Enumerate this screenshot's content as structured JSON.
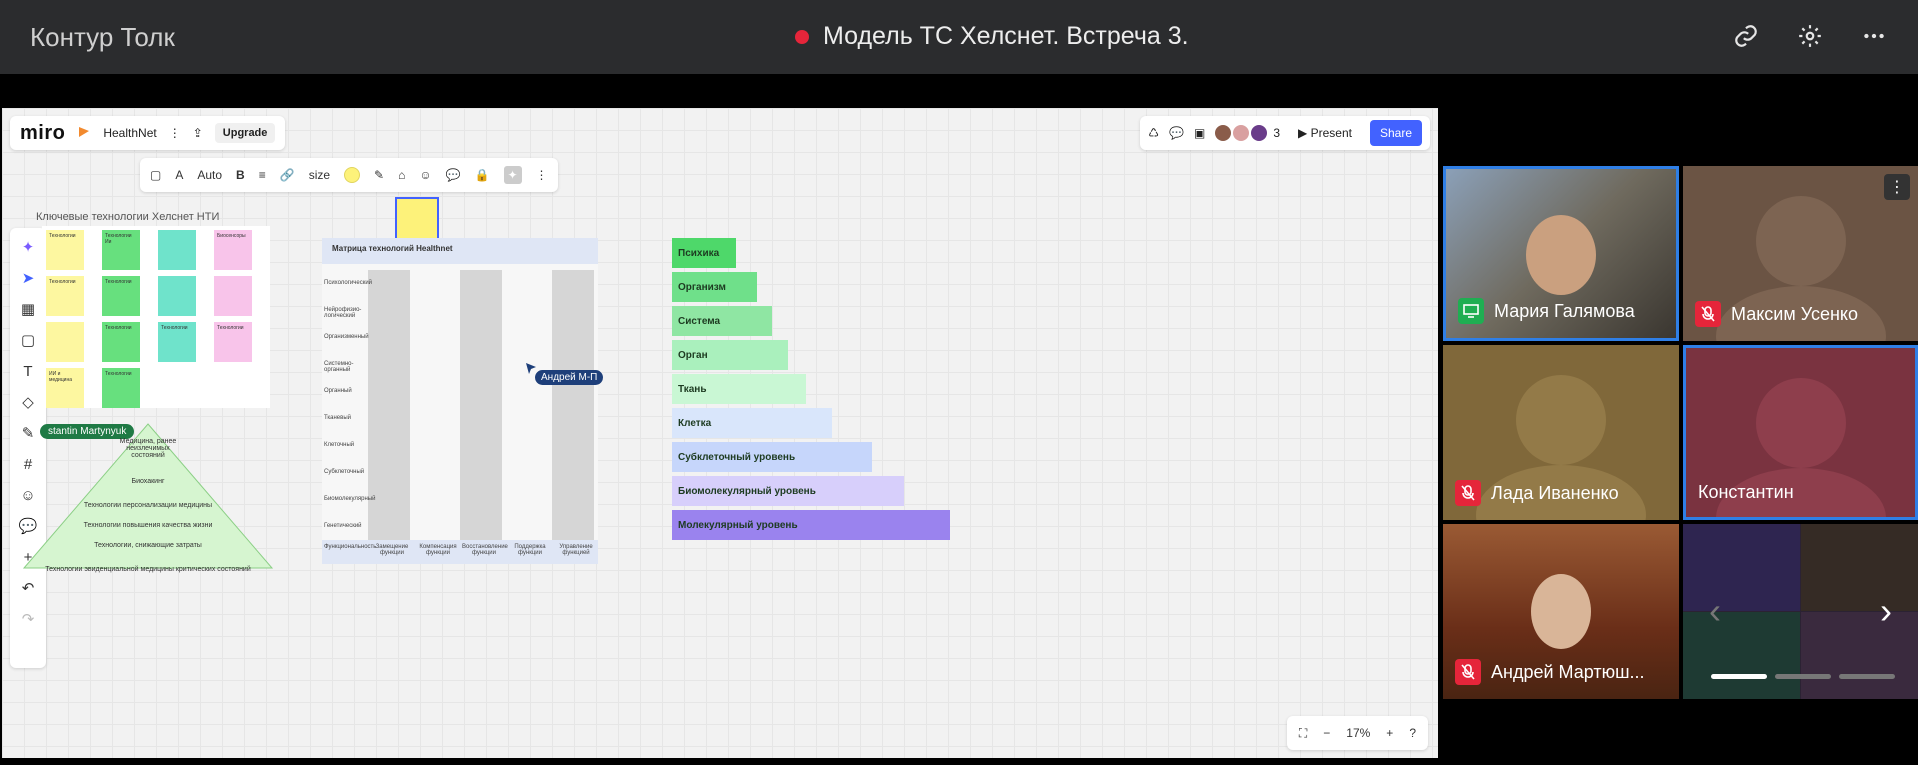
{
  "app": {
    "title": "Контур Толк"
  },
  "meeting": {
    "title": "Модель ТС Хелснет. Встреча 3."
  },
  "miro": {
    "logo": "miro",
    "board_name": "HealthNet",
    "upgrade_label": "Upgrade",
    "collab_count": "3",
    "present_label": "Present",
    "share_label": "Share",
    "font_size": "Auto",
    "size_label": "size",
    "zoom": "17%"
  },
  "board": {
    "tech_title": "Ключевые технологии Хелснет НТИ",
    "matrix_title": "Матрица технологий Healthnet",
    "matrix_rows": [
      "Психологический",
      "Нейрофизио-логический",
      "Организменный",
      "Системно-органный",
      "Органный",
      "Тканевый",
      "Клеточный",
      "Субклеточный",
      "Биомолекулярный",
      "Генетический"
    ],
    "matrix_cols": [
      "Функциональность",
      "Замещение функции",
      "Компенсация функции",
      "Восстановление функции",
      "Поддержка функции",
      "Управление функцией"
    ],
    "pyramid_tag": "stantin Martynyuk",
    "pyramid_rows": [
      "Медицина, ранее неизлечимых состояний",
      "Биохакинг",
      "Технологии персонализации медицины",
      "Технологии повышения качества жизни",
      "Технологии, снижающие затраты",
      "Технологии эвиденциальной медицины критических состояний"
    ],
    "levels": [
      "Психика",
      "Организм",
      "Система",
      "Орган",
      "Ткань",
      "Клетка",
      "Субклеточный уровень",
      "Биомолекулярный уровень",
      "Молекулярный уровень"
    ],
    "cursor_user": "Андрей М-П",
    "stickies": [
      {
        "text": "Технологии",
        "color": "y"
      },
      {
        "text": "Технологии Ии",
        "color": "g"
      },
      {
        "text": "",
        "color": "t"
      },
      {
        "text": "Биосенсоры",
        "color": "p"
      },
      {
        "text": "Технологии",
        "color": "y"
      },
      {
        "text": "Технологии",
        "color": "g"
      },
      {
        "text": "",
        "color": "t"
      },
      {
        "text": "",
        "color": "p"
      },
      {
        "text": "",
        "color": "y"
      },
      {
        "text": "Технологии",
        "color": "g"
      },
      {
        "text": "Технологии",
        "color": "t"
      },
      {
        "text": "Технологии",
        "color": "p"
      },
      {
        "text": "ИИ и медицина",
        "color": "y"
      },
      {
        "text": "Технологии",
        "color": "g"
      }
    ]
  },
  "participants": [
    {
      "name": "Мария Галямова",
      "status": "screen"
    },
    {
      "name": "Максим Усенко",
      "status": "muted"
    },
    {
      "name": "Лада Иваненко",
      "status": "muted"
    },
    {
      "name": "Константин",
      "status": "none"
    },
    {
      "name": "Андрей Мартюш...",
      "status": "muted"
    }
  ]
}
